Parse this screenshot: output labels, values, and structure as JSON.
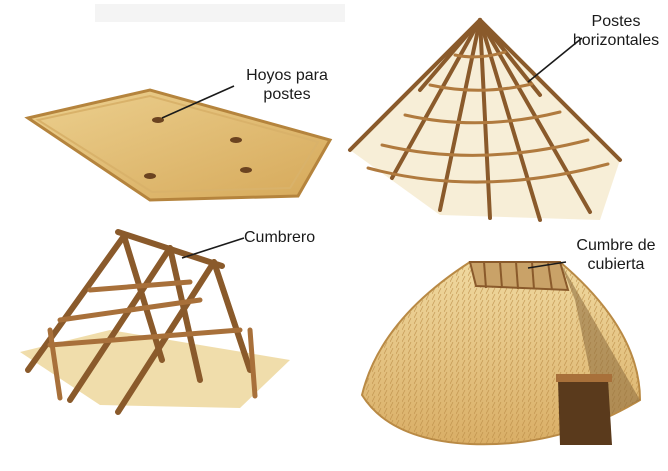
{
  "labels": {
    "hoyos": [
      "Hoyos para",
      "postes"
    ],
    "postes_horizontales": [
      "Postes",
      "horizontales"
    ],
    "cumbrero": "Cumbrero",
    "cumbre_cubierta": [
      "Cumbre de",
      "cubierta"
    ]
  },
  "colors": {
    "wood": "#8a5a2b",
    "wood_light": "#b07a3e",
    "ground": "#e3c27a",
    "ground_dark": "#c99a4d",
    "thatch": "#e8c98a",
    "thatch_dark": "#c89a55",
    "leader": "#1a1a1a"
  }
}
